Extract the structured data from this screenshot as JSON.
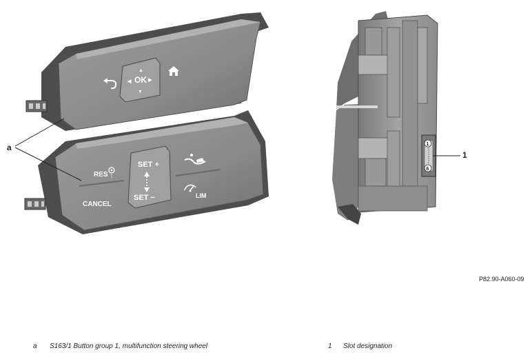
{
  "callouts": {
    "a": "a",
    "one": "1"
  },
  "upper_module": {
    "ok": "OK",
    "up_mark": "▲",
    "down_mark": "▼",
    "left_mark": "◀",
    "right_mark": "▶",
    "back_icon": "back-arrow-icon",
    "home_icon": "home-icon"
  },
  "lower_module": {
    "res": "RES",
    "cancel": "CANCEL",
    "set_plus": "SET +",
    "set_minus": "SET −",
    "lim": "LIM",
    "distance_icon": "distance-assist-icon",
    "speed_limit_icon": "speedometer-icon"
  },
  "connector_pins": {
    "top": "1",
    "bottom": "6"
  },
  "reference_code": "P82.90-A060-09",
  "legend": [
    {
      "key": "a",
      "text": "S163/1 Button group 1, multifunction steering wheel"
    },
    {
      "key": "1",
      "text": "Slot designation"
    }
  ],
  "colors": {
    "housing": "#8a8a8a",
    "housing_dark": "#5e5e5e",
    "housing_light": "#a8a8a8",
    "text_on_buttons": "#ffffff"
  }
}
